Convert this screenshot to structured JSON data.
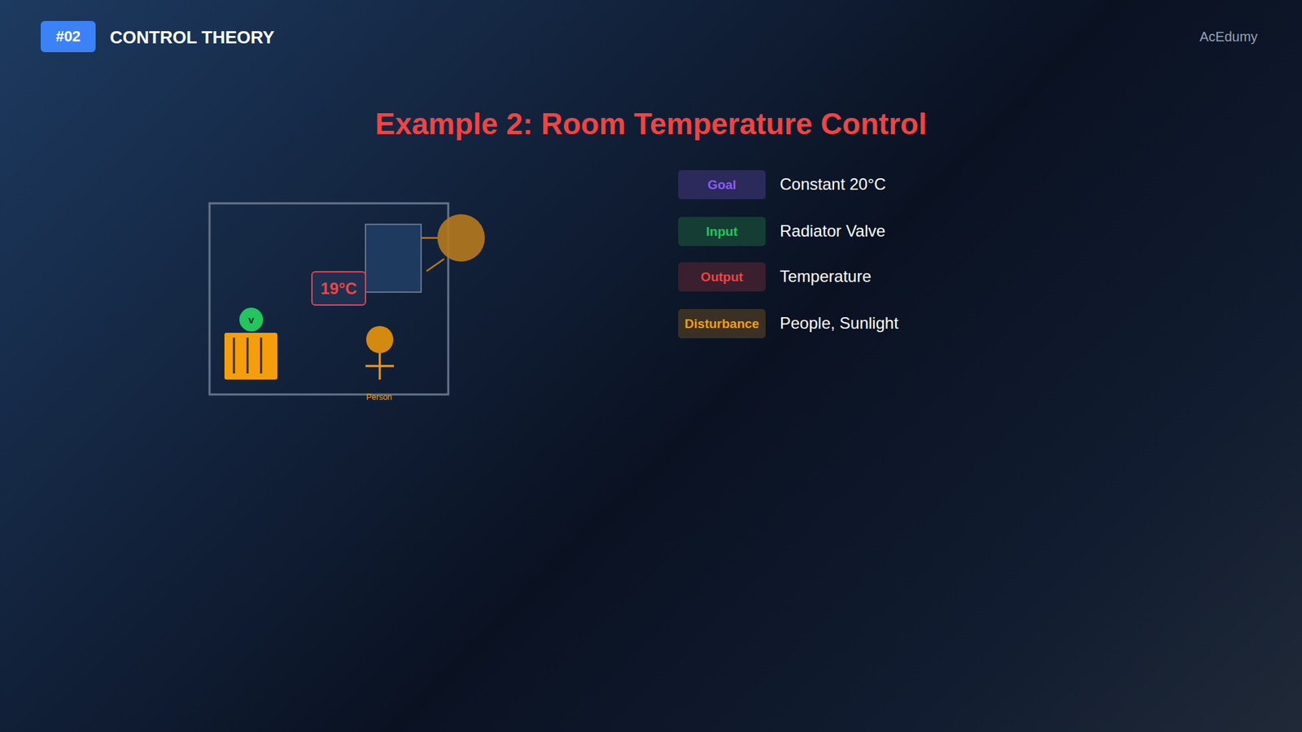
{
  "diagram": {
    "title": "Example 2: Room Temperature Control",
    "nodes": [
      {
        "text": [
          "#02"
        ]
      },
      {
        "text": [
          "19°C"
        ]
      },
      {
        "text": [
          "v"
        ]
      },
      {
        "text": [
          "Goal"
        ]
      },
      {
        "text": [
          "Input"
        ]
      },
      {
        "text": [
          "Output"
        ]
      },
      {
        "text": [
          "Disturbance"
        ]
      }
    ],
    "labels": [
      "CONTROL THEORY",
      "AcEdumy",
      "Constant 20°C",
      "Radiator Valve",
      "Temperature",
      "People, Sunlight",
      "Person"
    ]
  }
}
